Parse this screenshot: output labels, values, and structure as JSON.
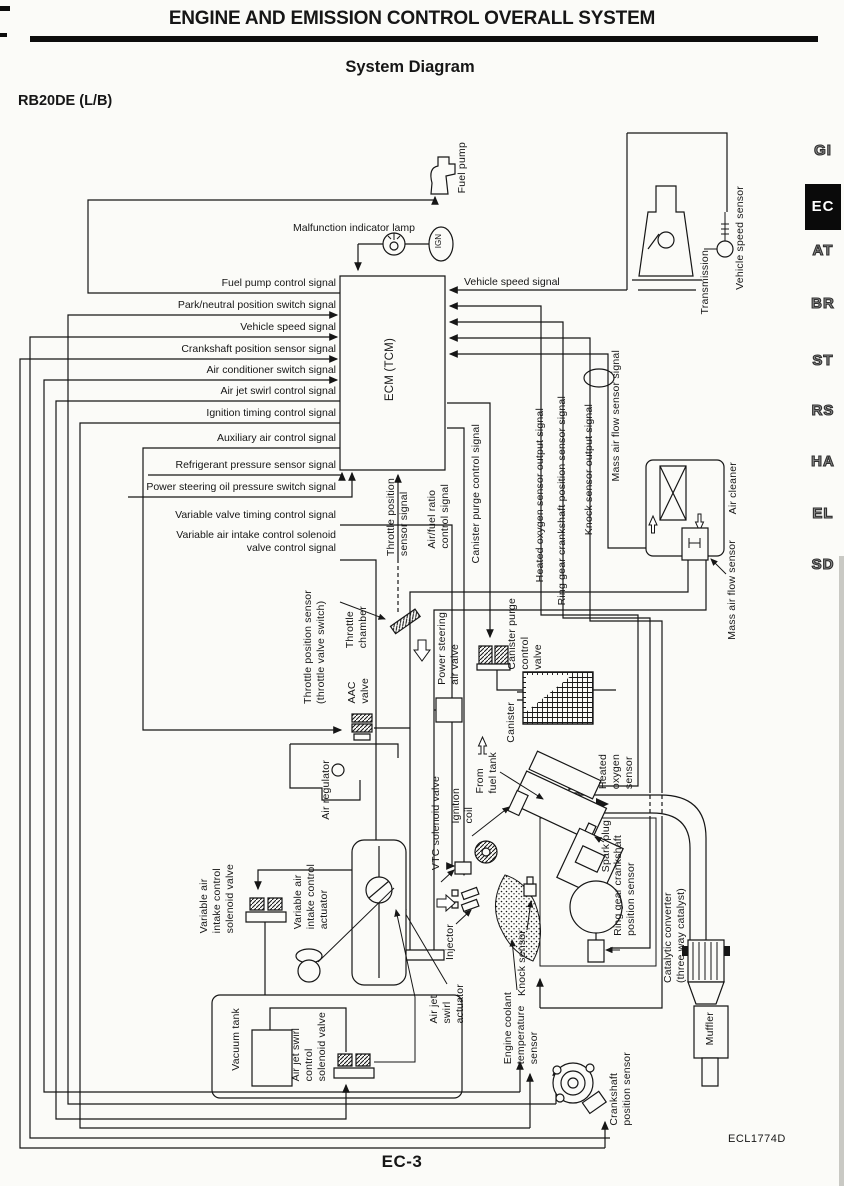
{
  "page": {
    "title": "ENGINE AND EMISSION CONTROL OVERALL SYSTEM",
    "subtitle": "System Diagram",
    "model": "RB20DE (L/B)",
    "page_number": "EC-3",
    "figure_code": "ECL1774D"
  },
  "tabs": {
    "items": [
      "GI",
      "EC",
      "AT",
      "BR",
      "ST",
      "RS",
      "HA",
      "EL",
      "SD"
    ],
    "active": "EC"
  },
  "ecm": {
    "label": "ECM (TCM)"
  },
  "left_signals": [
    "Fuel pump control signal",
    "Park/neutral position switch signal",
    "Vehicle speed signal",
    "Crankshaft position sensor signal",
    "Air conditioner switch signal",
    "Air jet swirl control signal",
    "Ignition timing control signal",
    "Auxiliary air control signal",
    "Refrigerant pressure sensor signal",
    "Power steering oil pressure switch signal",
    "Variable valve timing control signal",
    "Variable air intake control solenoid\nvalve control signal"
  ],
  "signal_lines": {
    "vehicle_speed": "Vehicle speed signal",
    "throttle_position": "Throttle position\nsensor signal",
    "air_fuel_ratio": "Air/fuel ratio\ncontrol signal",
    "canister_purge": "Canister purge control signal",
    "heated_oxygen": "Heated oxygen sensor output signal",
    "ring_gear": "Ring gear crankshaft position sensor signal",
    "knock": "Knock sensor output signal",
    "mass_air_flow": "Mass air flow sensor signal"
  },
  "components": {
    "fuel_pump": "Fuel pump",
    "malfunction_lamp": "Malfunction indicator lamp",
    "ignition_switch": "IGN",
    "transmission": "Transmission",
    "vehicle_speed_sensor": "Vehicle speed sensor",
    "air_cleaner": "Air cleaner",
    "mass_air_flow_sensor": "Mass air flow sensor",
    "throttle_position_sensor": "Throttle position sensor\n(throttle valve switch)",
    "throttle_chamber": "Throttle\nchamber",
    "aac_valve": "AAC\nvalve",
    "air_regulator": "Air regulator",
    "power_steering_air_valve": "Power steering\nair valve",
    "canister_purge_control_valve": "Canister purge\ncontrol\nvalve",
    "canister": "Canister",
    "from_fuel_tank": "From\nfuel tank",
    "heated_oxygen_sensor": "Heated\noxygen\nsensor",
    "vtc_solenoid_valve": "VTC solenoid valve",
    "ignition_coil": "Ignition\ncoil",
    "spark_plug": "Spark plug",
    "ring_gear_sensor": "Ring gear crankshaft\nposition sensor",
    "catalytic_converter": "Catalytic converter\n(three way catalyst)",
    "muffler": "Muffler",
    "injector": "Injector",
    "knock_sensor": "Knock sensor",
    "coolant_temp_sensor": "Engine coolant\ntemperature\nsensor",
    "crankshaft_position_sensor": "Crankshaft\nposition sensor",
    "air_jet_swirl_actuator": "Air jet\nswirl\nactuator",
    "variable_air_intake_actuator": "Variable air\nintake control\nactuator",
    "variable_air_intake_solenoid": "Variable air\nintake control\nsolenoid valve",
    "vacuum_tank": "Vacuum tank",
    "air_jet_swirl_solenoid": "Air jet swirl\ncontrol\nsolenoid valve"
  },
  "colors": {
    "ink": "#161616",
    "paper": "#fbfbf8",
    "tab_active_bg": "#0a0a0a",
    "tab_active_fg": "#ffffff"
  }
}
